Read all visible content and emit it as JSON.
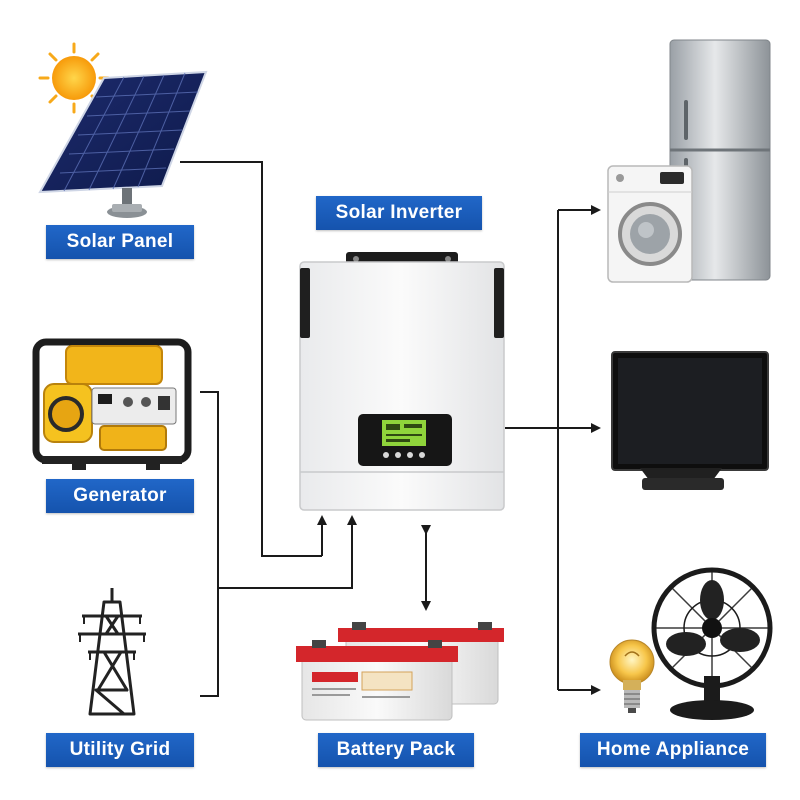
{
  "labels": {
    "solar_panel": "Solar Panel",
    "generator": "Generator",
    "utility_grid": "Utility Grid",
    "solar_inverter": "Solar Inverter",
    "battery_pack": "Battery Pack",
    "home_appliance": "Home Appliance"
  },
  "colors": {
    "label_blue": "#1a5cbc",
    "line": "#1a1a1a",
    "battery_red": "#d4262b"
  }
}
